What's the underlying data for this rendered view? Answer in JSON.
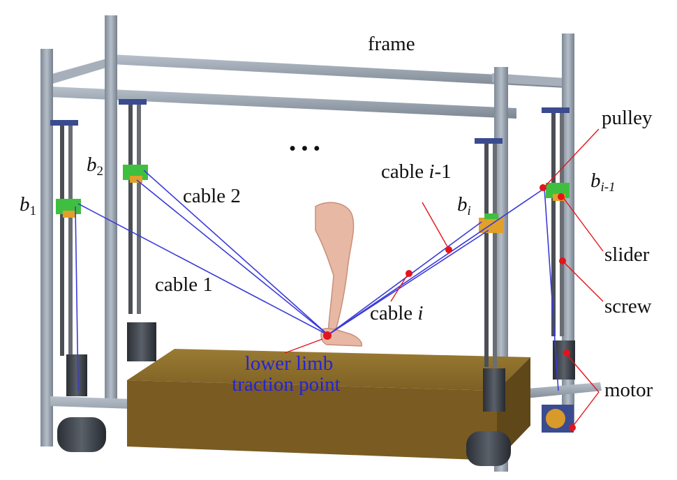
{
  "labels": {
    "frame": "frame",
    "pulley": "pulley",
    "slider": "slider",
    "screw": "screw",
    "motor": "motor",
    "cable_1": "cable 1",
    "cable_2": "cable 2",
    "cable_i_minus_1_prefix": "cable ",
    "cable_i_minus_1_var": "i",
    "cable_i_minus_1_suffix": "-1",
    "cable_i_prefix": "cable ",
    "cable_i_var": "i",
    "b1_base": "b",
    "b1_sub": "1",
    "b2_base": "b",
    "b2_sub": "2",
    "bi_base": "b",
    "bi_sub": "i",
    "bim1_base": "b",
    "bim1_sub": "i-1",
    "traction_line1": "lower limb",
    "traction_line2": "traction point",
    "ellipsis": "• • •"
  },
  "colors": {
    "frame": "#9aa5b1",
    "frame_dark": "#6d7884",
    "platform": "#8b6d2a",
    "cable": "#3a3ad8",
    "marker": "#e3141b",
    "slider_green": "#3fbf3f",
    "slider_orange": "#e0a02a",
    "motor": "#3a3f46",
    "label_blue": "#2323d6"
  }
}
